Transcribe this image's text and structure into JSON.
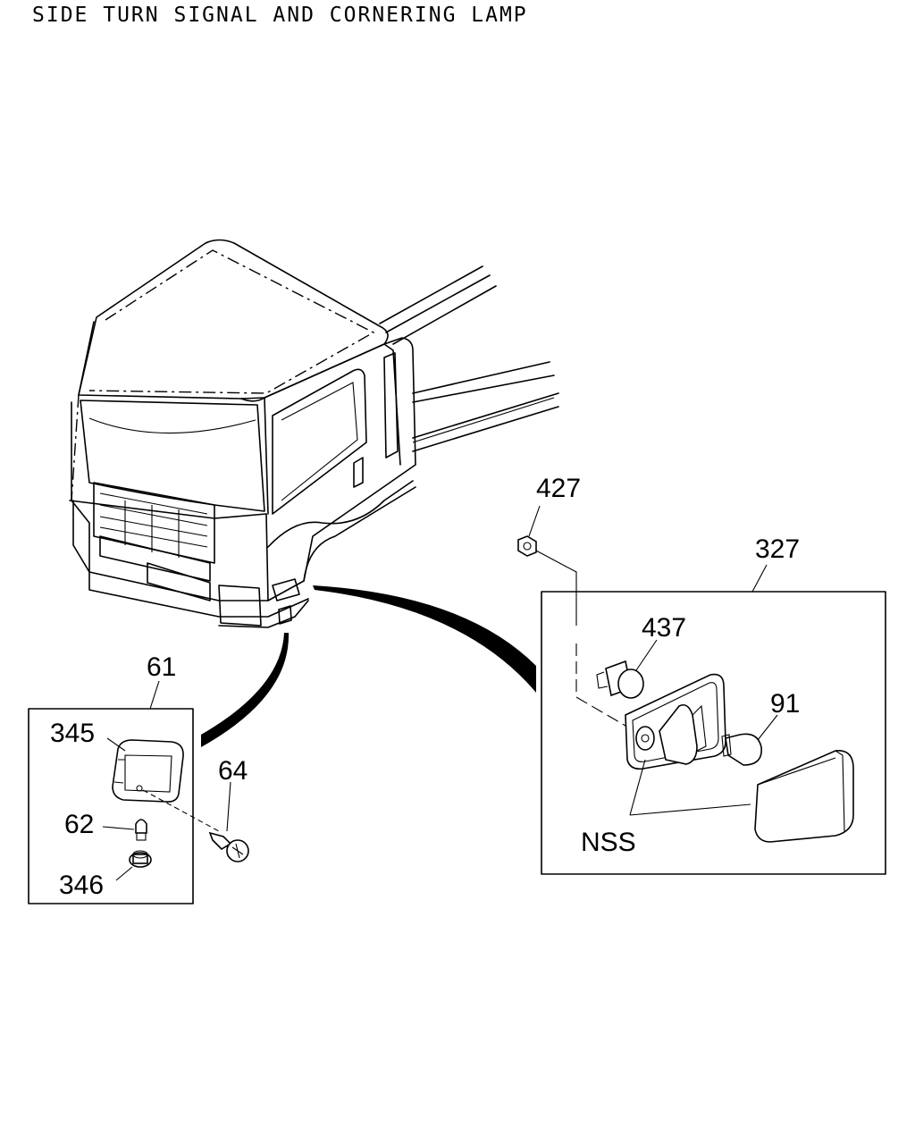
{
  "title": "SIDE TURN SIGNAL AND CORNERING LAMP",
  "callouts": {
    "c427": "427",
    "c327": "327",
    "c437": "437",
    "c91": "91",
    "c61": "61",
    "c345": "345",
    "c64": "64",
    "c62": "62",
    "c346": "346",
    "nss": "NSS"
  }
}
